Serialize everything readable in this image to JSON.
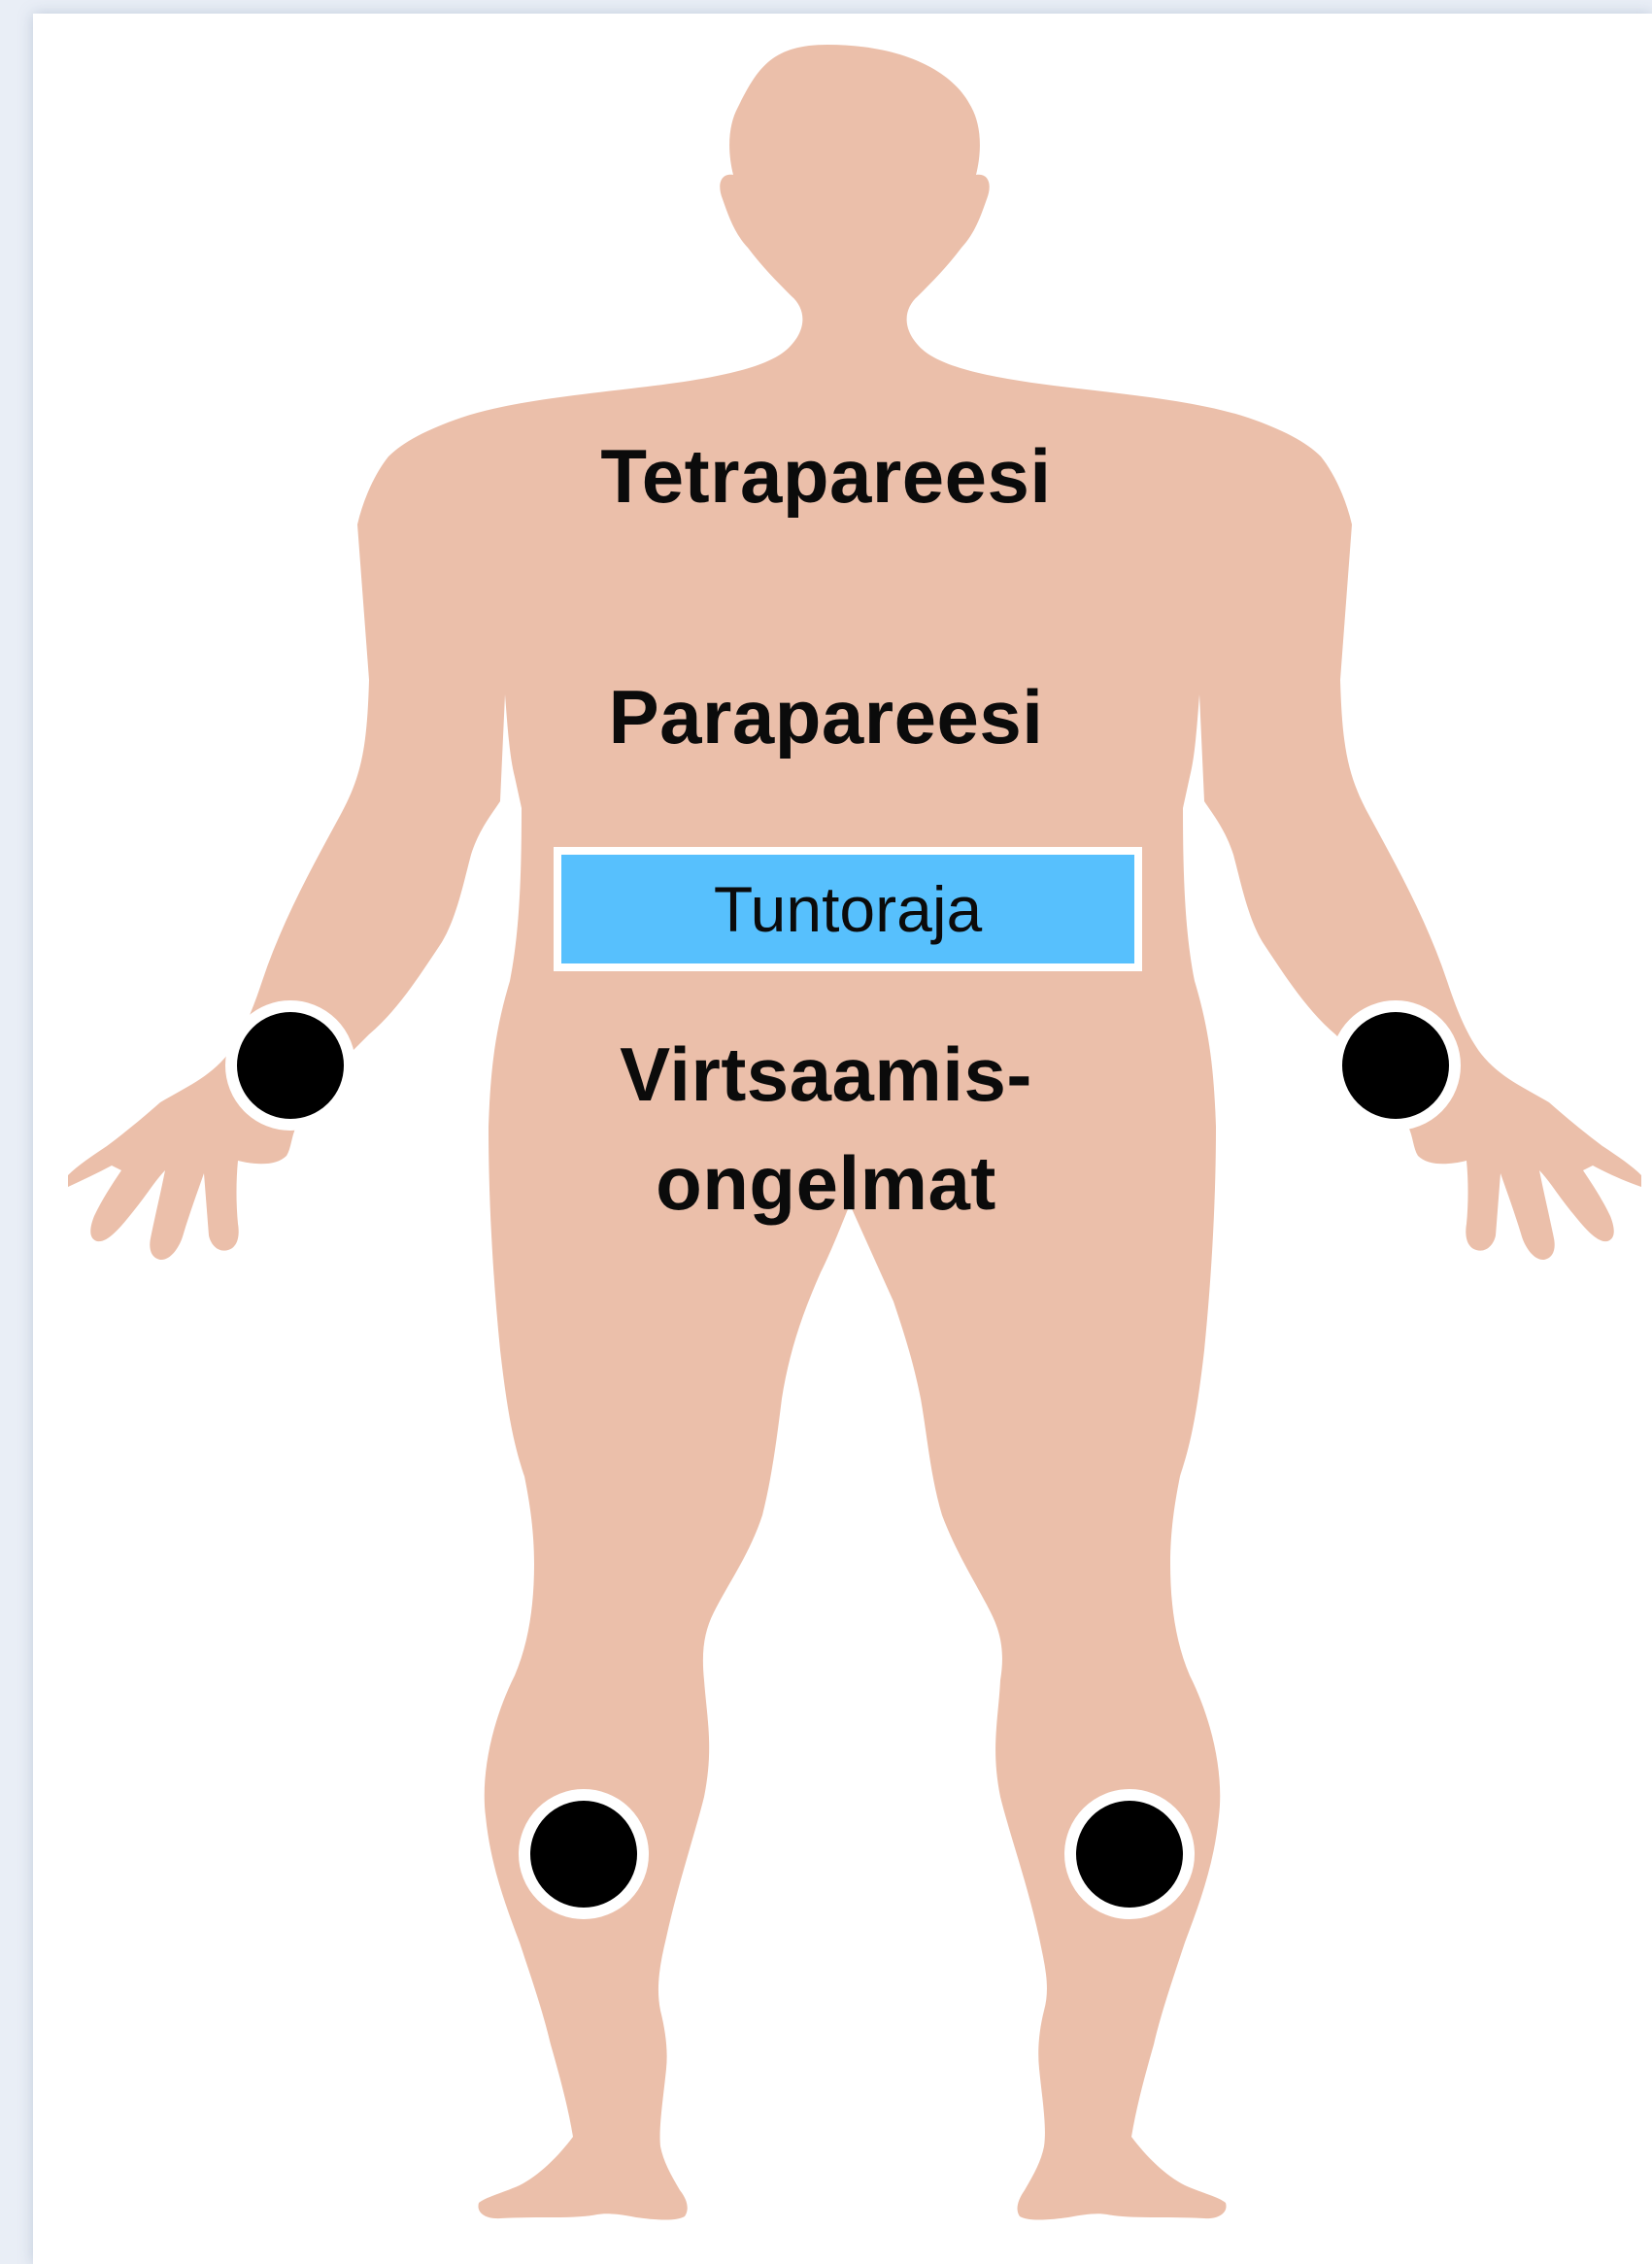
{
  "labels": {
    "tetraparesis": "Tetrapareesi",
    "paraparesis": "Parapareesi",
    "sensory_level": "Tuntoraja",
    "urinary_line1": "Virtsaamis-",
    "urinary_line2": "ongelmat"
  },
  "markers": [
    "left-wrist",
    "right-wrist",
    "left-knee",
    "right-knee"
  ],
  "colors": {
    "background": "#e9eef6",
    "body": "#ebbfaa",
    "sensory_band": "#57c0fd",
    "marker": "#000000",
    "text": "#0b0b0b"
  }
}
